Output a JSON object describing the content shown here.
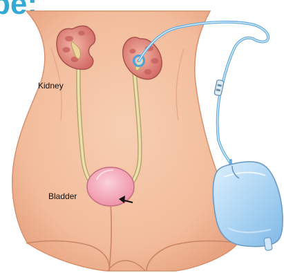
{
  "title_fragment": "be:",
  "labels": {
    "kidney": "Kidney",
    "bladder": "Bladder"
  },
  "colors": {
    "title": "#35a8d4",
    "skin": "#f4c3a2",
    "skin_shadow": "#e39a78",
    "kidney": "#e07d72",
    "ureter": "#e9d79c",
    "bladder": "#f4a0b0",
    "tube": "#8ec4e8",
    "bag": "#b7d9f0"
  }
}
